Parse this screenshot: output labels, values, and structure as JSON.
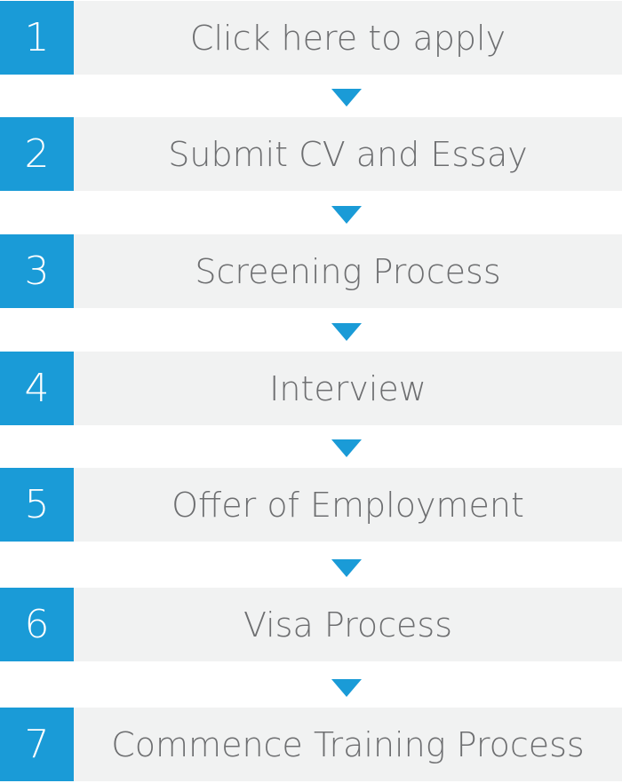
{
  "steps": [
    {
      "number": "1",
      "label": "Click here to apply"
    },
    {
      "number": "2",
      "label": "Submit CV and Essay"
    },
    {
      "number": "3",
      "label": "Screening Process"
    },
    {
      "number": "4",
      "label": "Interview"
    },
    {
      "number": "5",
      "label": "Offer of Employment"
    },
    {
      "number": "6",
      "label": "Visa Process"
    },
    {
      "number": "7",
      "label": "Commence Training Process"
    }
  ],
  "colors": {
    "accent": "#1a9bd7",
    "row_background": "#f1f2f2",
    "label_text": "#6d6e70",
    "number_text": "#ffffff"
  },
  "icons": {
    "connector": "triangle-down-arrow-icon"
  }
}
